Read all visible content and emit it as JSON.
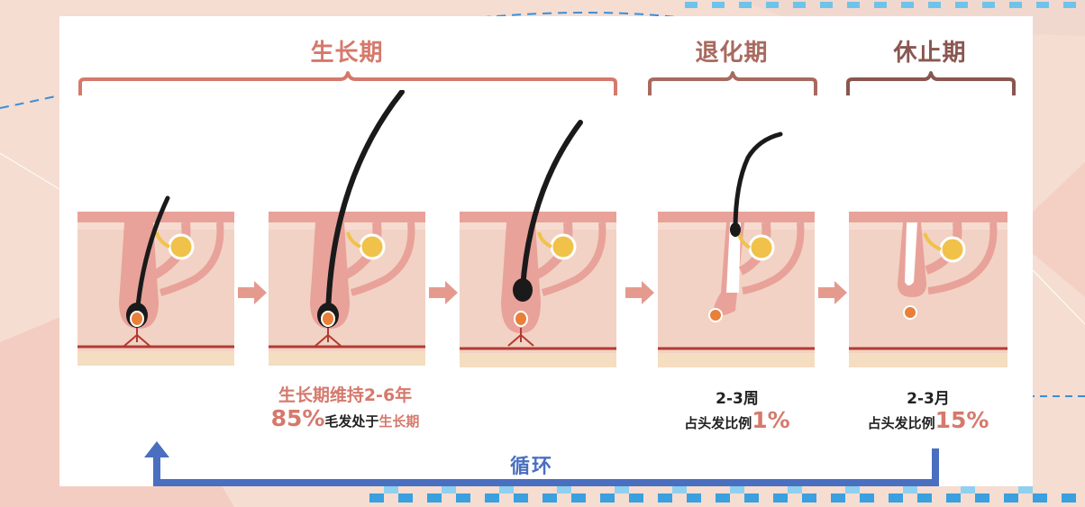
{
  "phases": {
    "growth": "生长期",
    "regression": "退化期",
    "resting": "休止期"
  },
  "captions": {
    "growth_duration": "生长期维持2-6年",
    "growth_percent": "85%",
    "growth_percent_text_a": "毛发处于",
    "growth_percent_text_b": "生长期",
    "regression_duration": "2-3周",
    "regression_share_label": "占头发比例",
    "regression_share_value": "1%",
    "resting_duration": "2-3月",
    "resting_share_label": "占头发比例",
    "resting_share_value": "15%"
  },
  "cycle_label": "循环",
  "colors": {
    "growth": "#d5796c",
    "regression": "#a86a5f",
    "resting": "#8a5650",
    "cycle": "#4a6fc0",
    "skin": "#f2d2c4",
    "epidermis": "#e8a29a",
    "hair": "#1a1a1a"
  }
}
